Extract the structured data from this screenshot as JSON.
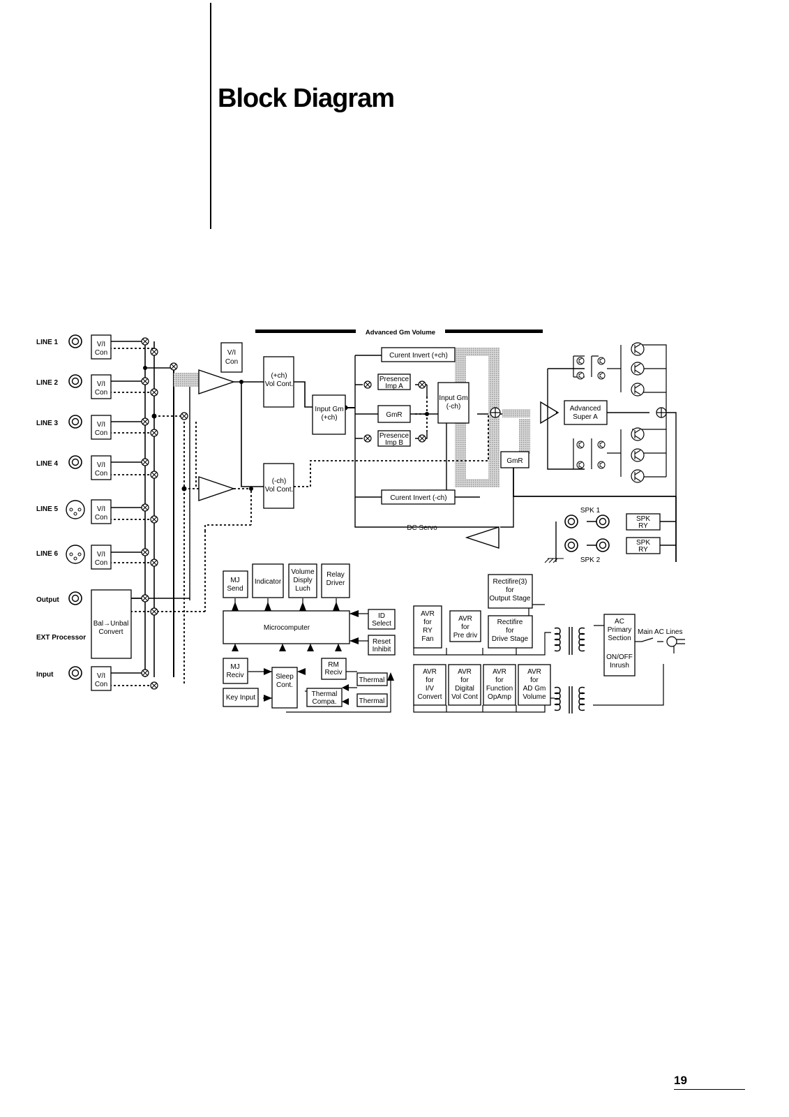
{
  "header": {
    "title": "Block Diagram"
  },
  "page_number": "19",
  "io": {
    "line1": "LINE 1",
    "line2": "LINE 2",
    "line3": "LINE 3",
    "line4": "LINE 4",
    "line5": "LINE 5",
    "line6": "LINE 6",
    "output": "Output",
    "ext_processor": "EXT Processor",
    "input": "Input"
  },
  "blocks": {
    "vi": "V/I",
    "con": "Con",
    "bal_unbal_1": "Bal→Unbal",
    "bal_unbal_2": "Convert",
    "advanced_gm_volume": "Advanced Gm Volume",
    "pvol_1": "(+ch)",
    "pvol_2": "Vol Cont.",
    "nvol_1": "(-ch)",
    "nvol_2": "Vol Cont.",
    "igmp_1": "Input Gm",
    "igmp_2": "(+ch)",
    "igmn_1": "Input Gm",
    "igmn_2": "(-ch)",
    "curent_invert_pos": "Curent Invert (+ch)",
    "curent_invert_neg": "Curent Invert (-ch)",
    "presence_a_1": "Presence",
    "presence_a_2": "Imp A",
    "presence_b_1": "Presence",
    "presence_b_2": "Imp B",
    "gmr": "GmR",
    "adv_super_1": "Advanced",
    "adv_super_2": "Super A",
    "dc_servo": "DC Servo",
    "spk1": "SPK 1",
    "spk2": "SPK 2",
    "spk_ry_1": "SPK",
    "spk_ry_2": "RY",
    "mj_send_1": "MJ",
    "mj_send_2": "Send",
    "indicator": "Indicator",
    "volume_disp_1": "Volume",
    "volume_disp_2": "Disply",
    "volume_disp_3": "Luch",
    "relay_1": "Relay",
    "relay_2": "Driver",
    "microcomputer": "Microcomputer",
    "id_select_1": "ID",
    "id_select_2": "Select",
    "reset_1": "Reset",
    "reset_2": "Inhibit",
    "mj_reciv_1": "MJ",
    "mj_reciv_2": "Reciv",
    "sleep_1": "Sleep",
    "sleep_2": "Cont.",
    "rm_reciv_1": "RM",
    "rm_reciv_2": "Reciv",
    "thermal": "Thermal",
    "thermal_compa_1": "Thermal",
    "thermal_compa_2": "Compa.",
    "key_input": "Key Input",
    "rect3_1": "Rectifire(3)",
    "rect3_2": "for",
    "rect3_3": "Output Stage",
    "rect_drive_1": "Rectifire",
    "rect_drive_2": "for",
    "rect_drive_3": "Drive Stage",
    "avr_ry_1": "AVR",
    "avr_ry_2": "for",
    "avr_ry_3": "RY",
    "avr_ry_4": "Fan",
    "avr_pre_1": "AVR",
    "avr_pre_2": "for",
    "avr_pre_3": "Pre driv",
    "avr_iv_1": "AVR",
    "avr_iv_2": "for",
    "avr_iv_3": "I/V",
    "avr_iv_4": "Convert",
    "avr_dig_1": "AVR",
    "avr_dig_2": "for",
    "avr_dig_3": "Digital",
    "avr_dig_4": "Vol Cont",
    "avr_func_1": "AVR",
    "avr_func_2": "for",
    "avr_func_3": "Function",
    "avr_func_4": "OpAmp",
    "avr_ad_1": "AVR",
    "avr_ad_2": "for",
    "avr_ad_3": "AD Gm",
    "avr_ad_4": "Volume",
    "ac_primary_1": "AC",
    "ac_primary_2": "Primary",
    "ac_primary_3": "Section",
    "ac_primary_4": "ON/OFF",
    "ac_primary_5": "Inrush",
    "main_ac_lines": "Main AC Lines"
  }
}
